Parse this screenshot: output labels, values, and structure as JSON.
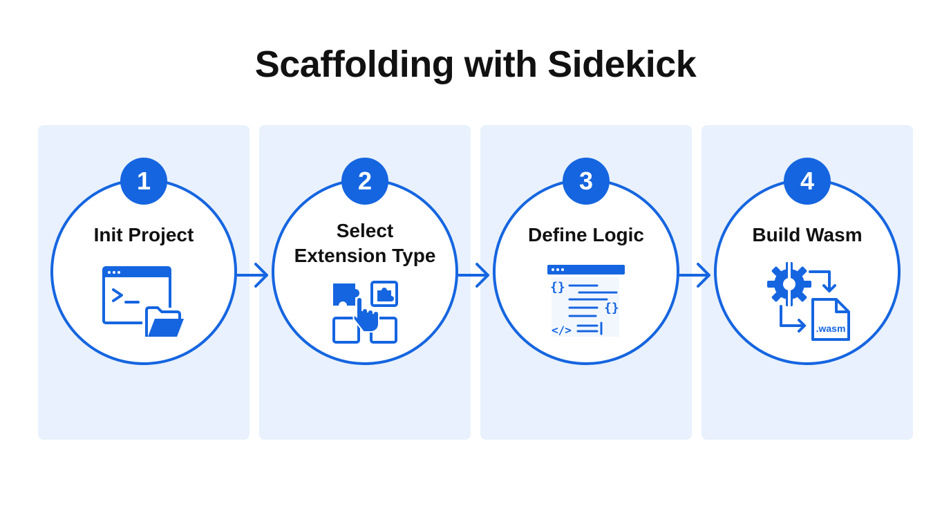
{
  "title": "Scaffolding with Sidekick",
  "colors": {
    "accent": "#1565e0",
    "panel": "#e8f1fd",
    "text": "#111111"
  },
  "steps": [
    {
      "number": "1",
      "label": "Init Project",
      "icon": "terminal-folder-icon"
    },
    {
      "number": "2",
      "label_line1": "Select",
      "label_line2": "Extension Type",
      "icon": "puzzle-select-icon"
    },
    {
      "number": "3",
      "label": "Define Logic",
      "icon": "code-editor-icon"
    },
    {
      "number": "4",
      "label": "Build Wasm",
      "icon": "gear-wasm-file-icon",
      "file_label": ".wasm"
    }
  ]
}
